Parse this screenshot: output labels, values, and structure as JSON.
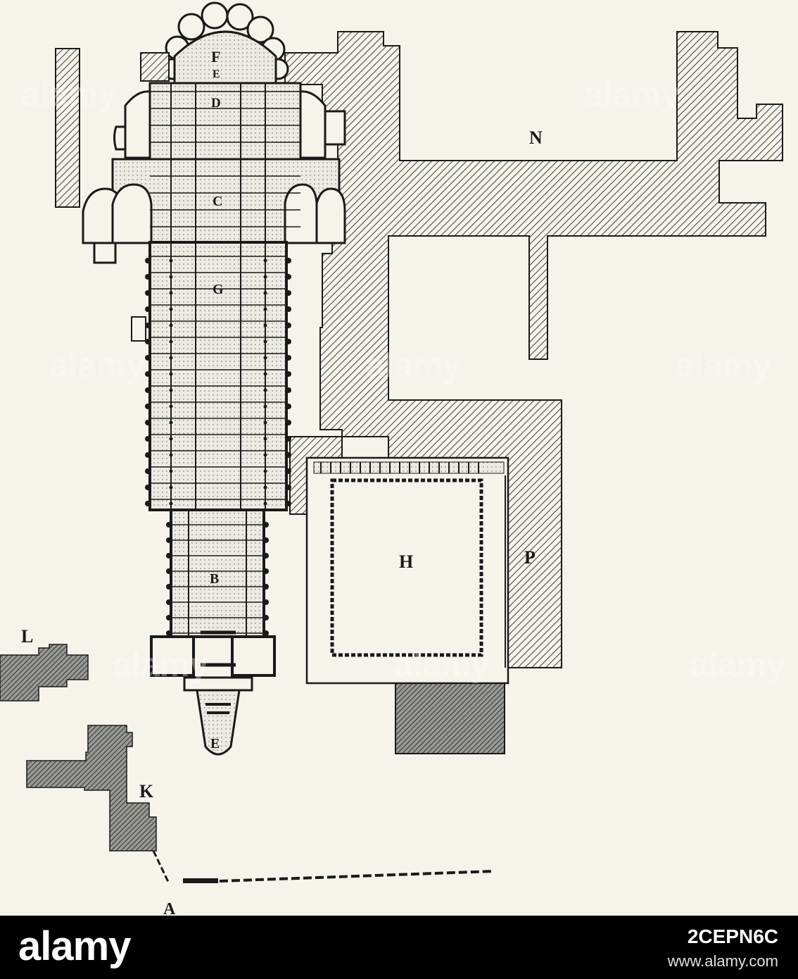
{
  "plan": {
    "labels": {
      "A": "A",
      "B": "B",
      "C": "C",
      "D": "D",
      "E_choir": "E",
      "E_porch": "E",
      "F": "F",
      "G": "G",
      "H": "H",
      "K": "K",
      "L": "L",
      "N": "N",
      "P": "P"
    },
    "colors": {
      "ink": "#1a1a1a",
      "paper": "#f5f3ea",
      "hatch": "#5a5a5a"
    }
  },
  "watermark": {
    "text": "alamy"
  },
  "footer": {
    "logo": "alamy",
    "image_id": "2CEPN6C",
    "url": "www.alamy.com"
  }
}
